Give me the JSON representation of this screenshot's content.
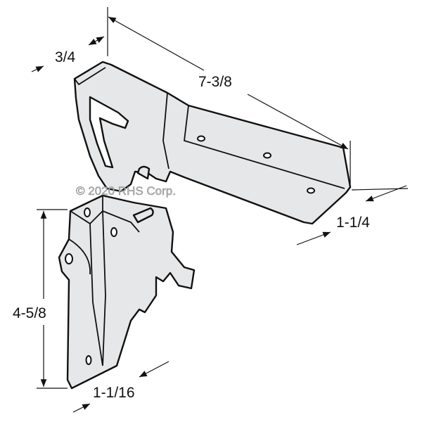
{
  "title": "Bracket hardware dimension drawing",
  "dimensions": {
    "width_top": "3/4",
    "length": "7-3/8",
    "plate_width": "1-1/4",
    "height": "4-5/8",
    "base_width": "1-1/16"
  },
  "watermark": "© 2020 RHS Corp.",
  "colors": {
    "part_fill": "#e6e7e8",
    "line": "#111111"
  }
}
